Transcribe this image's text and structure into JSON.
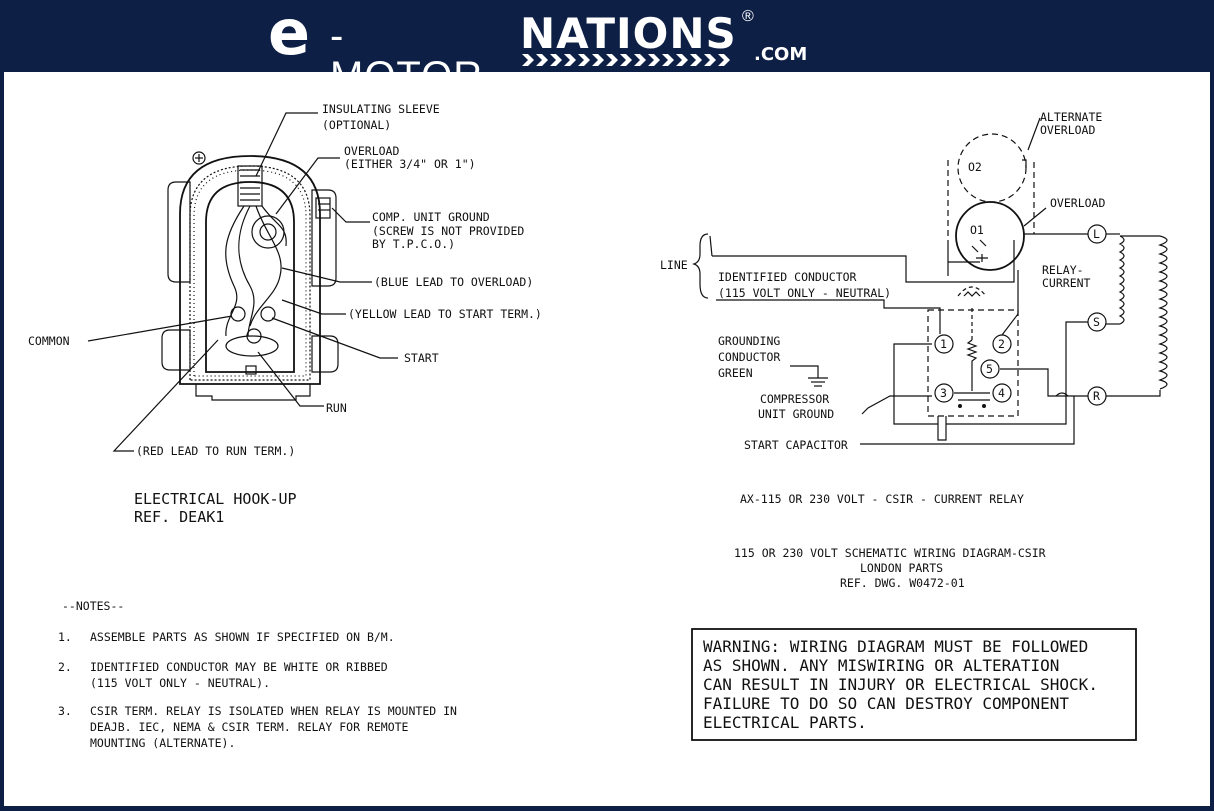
{
  "header": {
    "logo_e": "e",
    "logo_motor": "-MOTOR",
    "logo_nations": "NATIONS",
    "logo_reg": "®",
    "logo_com": ".COM"
  },
  "left_diagram": {
    "labels": {
      "insulating_sleeve": "INSULATING SLEEVE",
      "optional": "(OPTIONAL)",
      "overload": "OVERLOAD",
      "overload_size": "(EITHER 3/4\" OR 1\")",
      "comp_unit_ground": "COMP. UNIT GROUND",
      "screw_not_provided": "(SCREW IS NOT PROVIDED",
      "by_tpco": "BY T.P.C.O.)",
      "blue_lead": "(BLUE LEAD TO OVERLOAD)",
      "yellow_lead": "(YELLOW LEAD TO START TERM.)",
      "common": "COMMON",
      "start": "START",
      "run": "RUN",
      "red_lead": "(RED LEAD TO RUN TERM.)"
    },
    "caption_line1": "ELECTRICAL HOOK-UP",
    "caption_line2": "REF. DEAK1"
  },
  "right_diagram": {
    "labels": {
      "alternate": "ALTERNATE",
      "alt_overload": "OVERLOAD",
      "o2": "O2",
      "overload": "OVERLOAD",
      "o1": "O1",
      "relay": "RELAY-",
      "current": "CURRENT",
      "line": "LINE",
      "identified_conductor": "IDENTIFIED CONDUCTOR",
      "volt_only": "(115 VOLT ONLY - NEUTRAL)",
      "grounding": "GROUNDING",
      "conductor": "CONDUCTOR",
      "green": "GREEN",
      "compressor": "COMPRESSOR",
      "unit_ground": "UNIT GROUND",
      "start_capacitor": "START CAPACITOR",
      "term_1": "1",
      "term_2": "2",
      "term_3": "3",
      "term_4": "4",
      "term_5": "5",
      "term_L": "L",
      "term_S": "S",
      "term_R": "R"
    },
    "caption": "AX-115 OR 230 VOLT - CSIR - CURRENT RELAY",
    "schematic_line1": "115 OR 230 VOLT SCHEMATIC WIRING DIAGRAM-CSIR",
    "schematic_line2": "LONDON PARTS",
    "schematic_line3": "REF. DWG. W0472-01"
  },
  "notes": {
    "title": "--NOTES--",
    "items": [
      {
        "num": "1.",
        "line1": "ASSEMBLE PARTS AS SHOWN IF SPECIFIED ON B/M.",
        "line2": "",
        "line3": ""
      },
      {
        "num": "2.",
        "line1": "IDENTIFIED CONDUCTOR MAY BE WHITE OR RIBBED",
        "line2": "(115 VOLT ONLY - NEUTRAL).",
        "line3": ""
      },
      {
        "num": "3.",
        "line1": "CSIR TERM. RELAY IS ISOLATED WHEN RELAY IS MOUNTED IN",
        "line2": "DEAJB.  IEC, NEMA & CSIR TERM. RELAY FOR REMOTE",
        "line3": "MOUNTING (ALTERNATE)."
      }
    ]
  },
  "warning": {
    "line1": "WARNING: WIRING DIAGRAM MUST BE FOLLOWED",
    "line2": "AS SHOWN. ANY MISWIRING OR ALTERATION",
    "line3": "CAN RESULT IN INJURY OR ELECTRICAL SHOCK.",
    "line4": "FAILURE TO DO SO CAN DESTROY COMPONENT",
    "line5": "ELECTRICAL PARTS."
  }
}
